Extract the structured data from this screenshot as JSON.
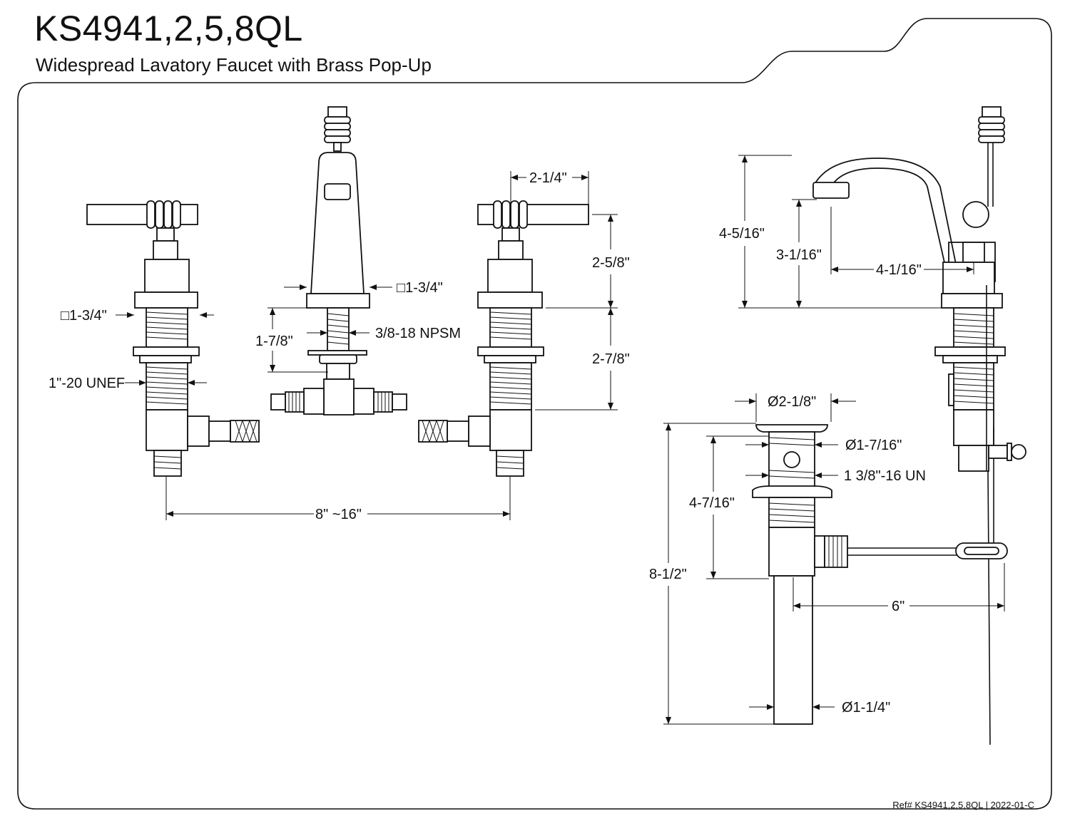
{
  "header": {
    "model": "KS4941,2,5,8QL",
    "description": "Widespread Lavatory Faucet with Brass Pop-Up"
  },
  "dimensions": {
    "handle_square_left": "□1-3/4\"",
    "spout_square": "□1-3/4\"",
    "thread_left": "1\"-20 UNEF",
    "spout_thread": "3/8-18 NPSM",
    "spout_shank": "1-7/8\"",
    "handle_reach": "2-1/4\"",
    "handle_height": "2-5/8\"",
    "handle_shank": "2-7/8\"",
    "spread": "8\" ~16\"",
    "spout_height": "4-5/16\"",
    "spout_clearance": "3-1/16\"",
    "spout_reach": "4-1/16\"",
    "drain_flange": "Ø2-1/8\"",
    "drain_body": "Ø1-7/16\"",
    "drain_thread": "1 3/8\"-16 UN",
    "drain_upper": "4-7/16\"",
    "drain_total": "8-1/2\"",
    "rod_length": "6\"",
    "tailpiece": "Ø1-1/4\""
  },
  "footer": {
    "reference": "Ref# KS4941,2,5,8QL | 2022-01-C"
  }
}
